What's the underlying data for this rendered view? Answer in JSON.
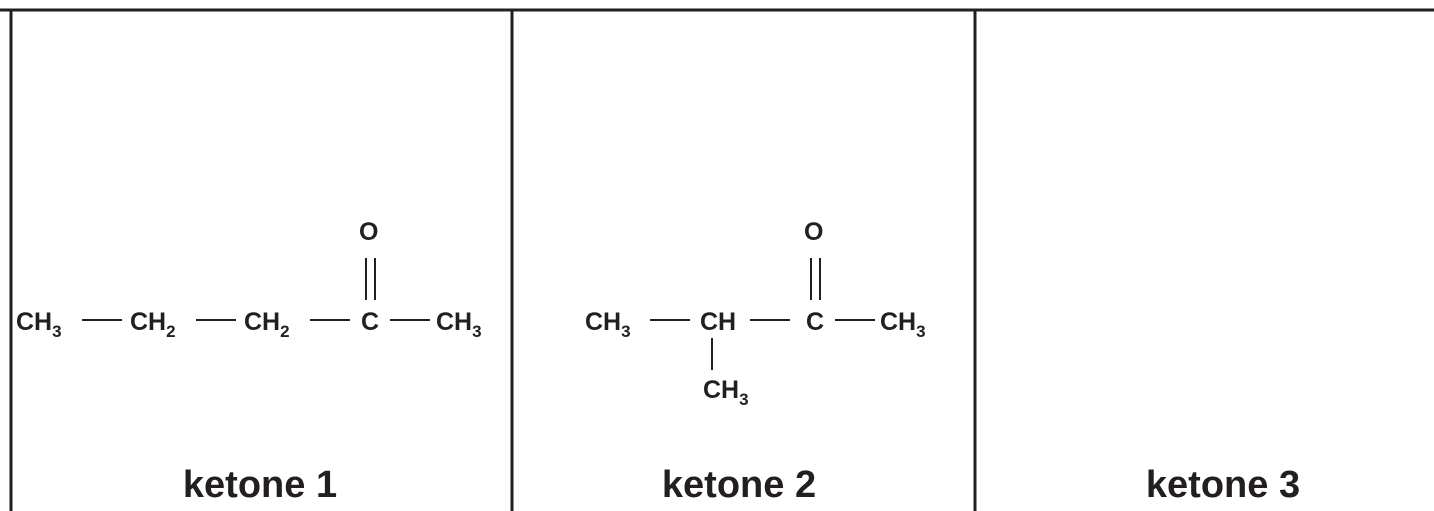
{
  "panels": [
    {
      "caption": "ketone 1",
      "structure": {
        "carbonyl_oxygen": "O",
        "chain": [
          {
            "main": "CH",
            "sub": "3"
          },
          {
            "main": "CH",
            "sub": "2"
          },
          {
            "main": "CH",
            "sub": "2"
          },
          {
            "main": "C",
            "sub": ""
          },
          {
            "main": "CH",
            "sub": "3"
          }
        ]
      }
    },
    {
      "caption": "ketone 2",
      "structure": {
        "carbonyl_oxygen": "O",
        "chain": [
          {
            "main": "CH",
            "sub": "3"
          },
          {
            "main": "CH",
            "sub": ""
          },
          {
            "main": "C",
            "sub": ""
          },
          {
            "main": "CH",
            "sub": "3"
          }
        ],
        "branch": {
          "main": "CH",
          "sub": "3"
        }
      }
    },
    {
      "caption": "ketone 3"
    }
  ]
}
